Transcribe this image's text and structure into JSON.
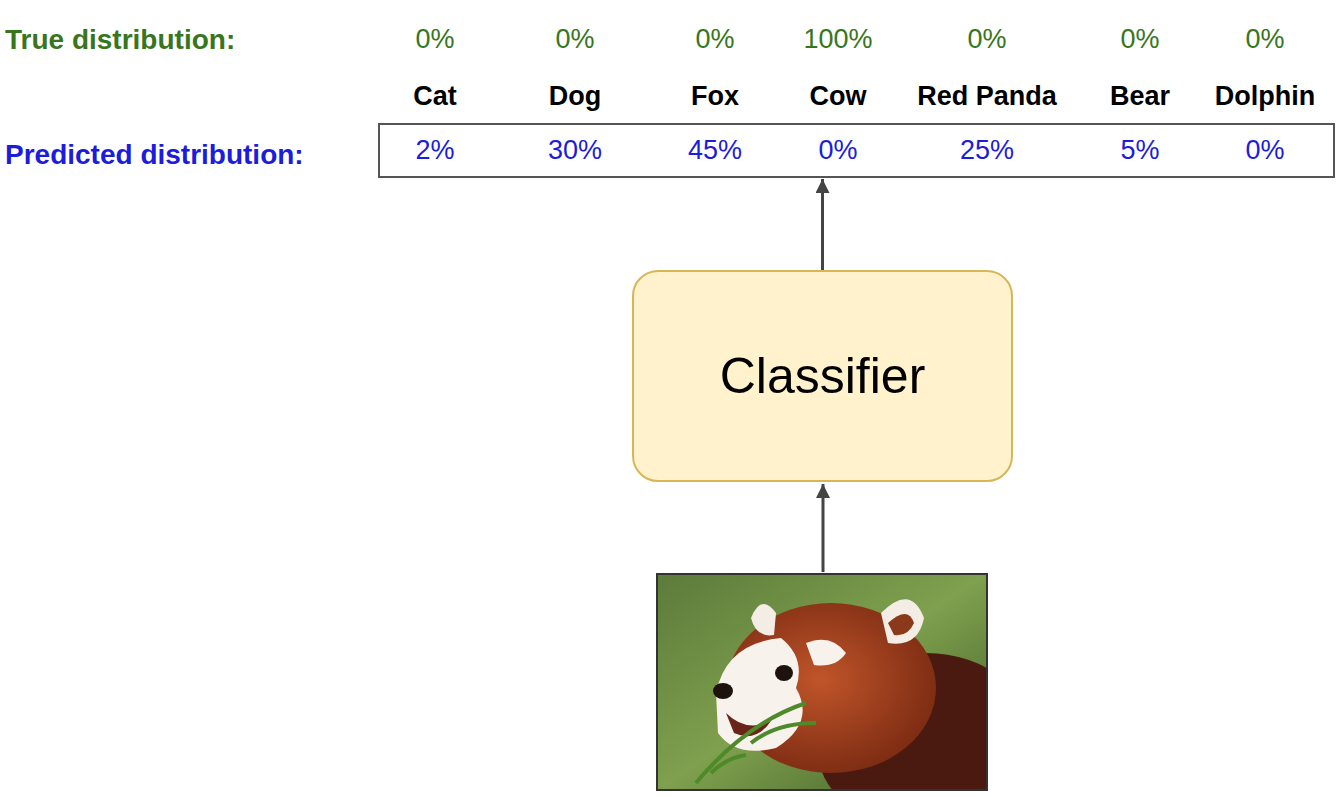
{
  "diagram": {
    "nodes": [
      {
        "text": [
          "2%",
          "30%",
          "45%",
          "0%",
          "25%",
          "5%",
          "0%"
        ]
      },
      {
        "text": [
          "Classifier"
        ]
      }
    ],
    "edges": [
      {
        "from": 1,
        "to": 0,
        "arrow": "to"
      }
    ],
    "labels": [
      "True distribution:",
      "0%",
      "0%",
      "0%",
      "100%",
      "0%",
      "0%",
      "0%",
      "Cat",
      "Dog",
      "Fox",
      "Cow",
      "Red Panda",
      "Bear",
      "Dolphin",
      "Predicted distribution:"
    ]
  }
}
